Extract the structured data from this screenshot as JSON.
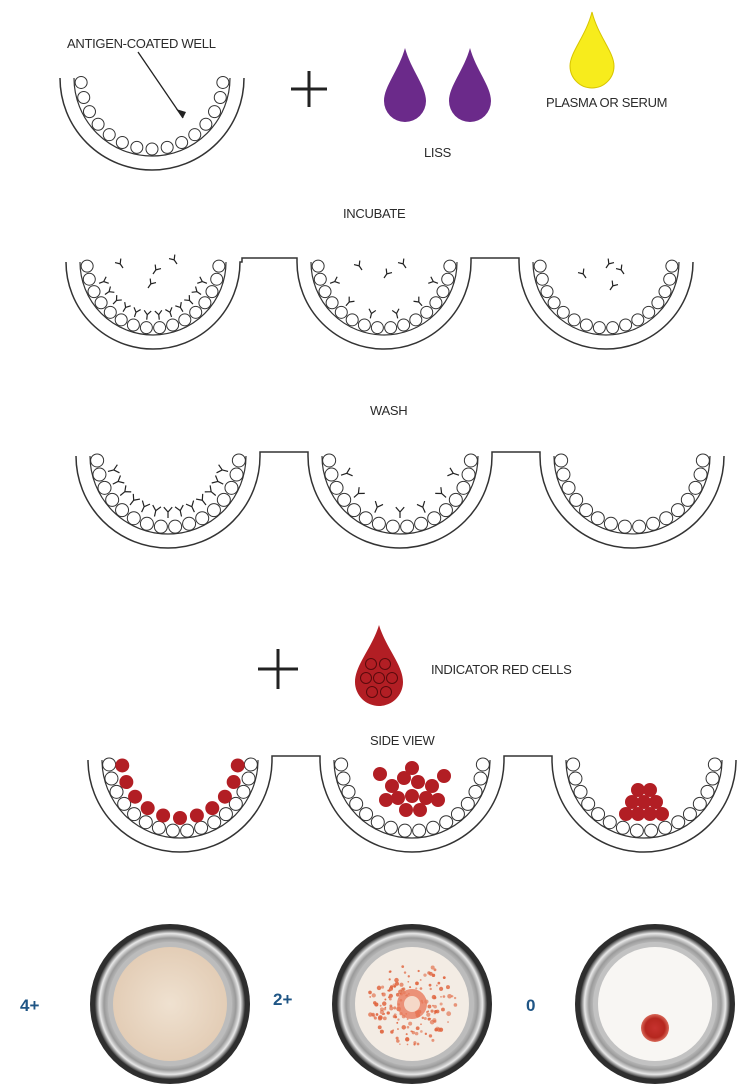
{
  "labels": {
    "well": "ANTIGEN-COATED WELL",
    "liss": "LISS",
    "plasma": "PLASMA OR SERUM",
    "incubate": "INCUBATE",
    "wash": "WASH",
    "indicator": "INDICATOR RED CELLS",
    "side_view": "SIDE VIEW"
  },
  "results": [
    {
      "grade": "4+"
    },
    {
      "grade": "2+"
    },
    {
      "grade": "0"
    }
  ],
  "colors": {
    "liss_drop": "#6b2a8a",
    "plasma_drop": "#f7ec1c",
    "red_cell": "#b21e24",
    "score_text": "#1f5585"
  }
}
